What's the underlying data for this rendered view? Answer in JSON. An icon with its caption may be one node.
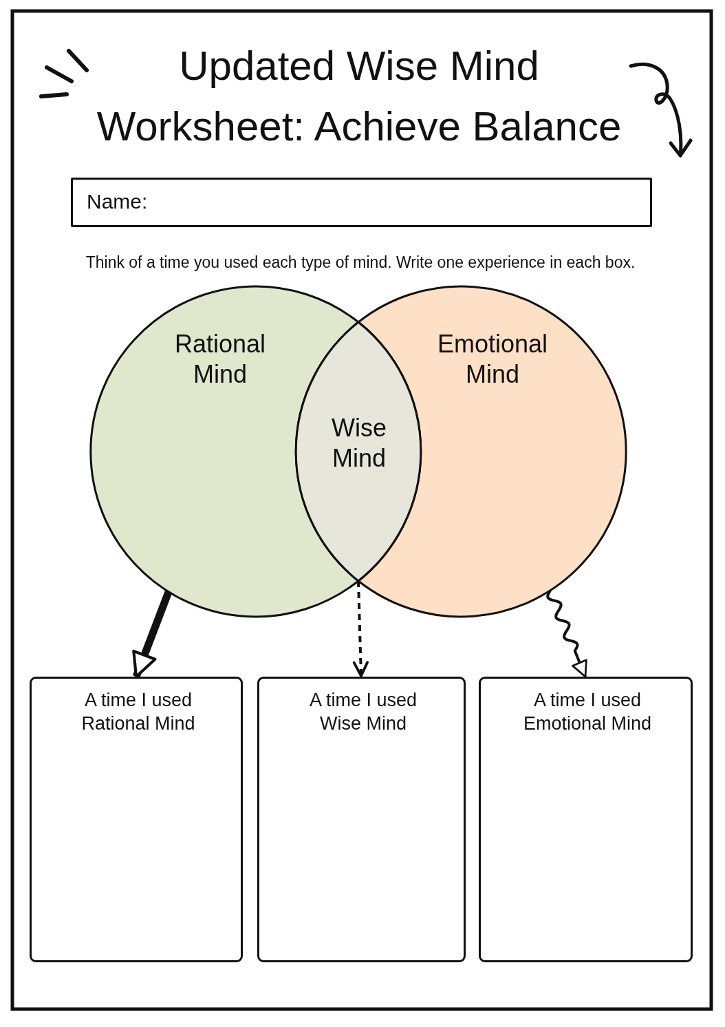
{
  "diagram": {
    "title": "Updated Wise Mind Worksheet: Achieve Balance",
    "nodes": [
      {
        "text": [
          "Rational Mind"
        ]
      },
      {
        "text": [
          "Emotional Mind"
        ]
      },
      {
        "text": [
          "Wise Mind"
        ]
      },
      {
        "text": [
          "A time I used Rational Mind"
        ]
      },
      {
        "text": [
          "A time I used Wise Mind"
        ]
      },
      {
        "text": [
          "A time I used Emotional Mind"
        ]
      }
    ],
    "edges": [
      {
        "from": 0,
        "to": 3,
        "arrow": "to",
        "style": "thick"
      },
      {
        "from": 2,
        "to": 4,
        "arrow": "to",
        "style": "dashed"
      },
      {
        "from": 1,
        "to": 5,
        "arrow": "to"
      }
    ],
    "labels": [
      "Name:",
      "Think of a time you used each type of mind. Write one experience in each box."
    ]
  }
}
